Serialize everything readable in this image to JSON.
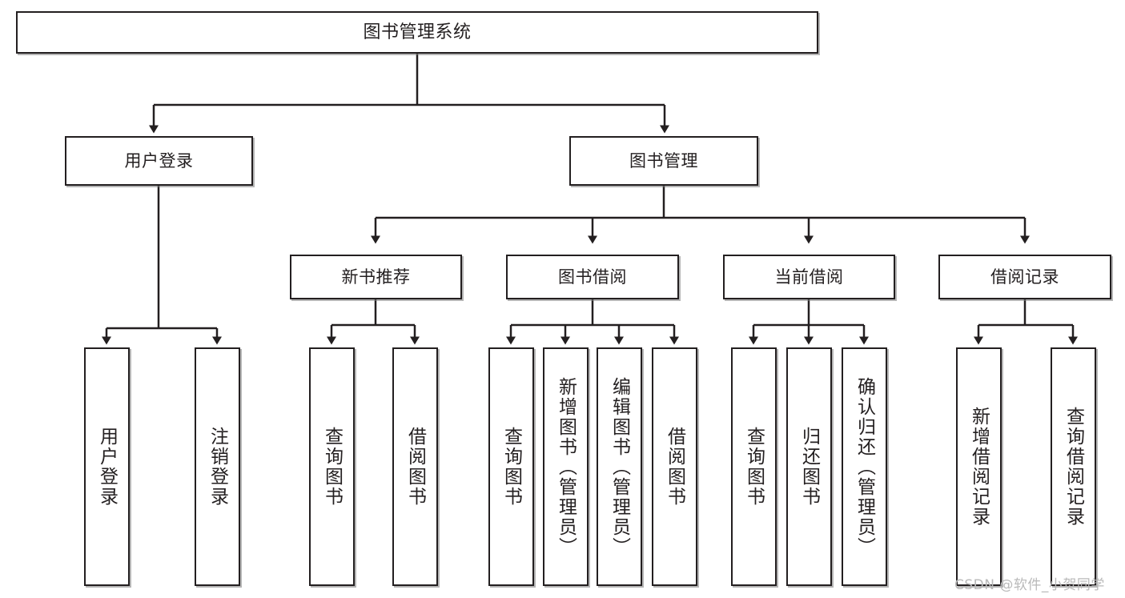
{
  "diagram": {
    "title": "图书管理系统",
    "type": "hierarchy-tree",
    "watermark": "CSDN @软件_小贺同学",
    "colors": {
      "stroke": "#231f20",
      "fill": "#ffffff",
      "watermark": "#b9b9b9"
    },
    "levels": {
      "root": {
        "label": "图书管理系统"
      },
      "level2": [
        {
          "label": "用户登录"
        },
        {
          "label": "图书管理"
        }
      ],
      "level3": [
        {
          "label": "新书推荐"
        },
        {
          "label": "图书借阅"
        },
        {
          "label": "当前借阅"
        },
        {
          "label": "借阅记录"
        }
      ],
      "leaves": [
        {
          "label": "用户登录",
          "parent": "用户登录"
        },
        {
          "label": "注销登录",
          "parent": "用户登录"
        },
        {
          "label": "查询图书",
          "parent": "新书推荐"
        },
        {
          "label": "借阅图书",
          "parent": "新书推荐"
        },
        {
          "label": "查询图书",
          "parent": "图书借阅"
        },
        {
          "label": "新增图书（管理员）",
          "parent": "图书借阅"
        },
        {
          "label": "编辑图书（管理员）",
          "parent": "图书借阅"
        },
        {
          "label": "借阅图书",
          "parent": "图书借阅"
        },
        {
          "label": "查询图书",
          "parent": "当前借阅"
        },
        {
          "label": "归还图书",
          "parent": "当前借阅"
        },
        {
          "label": "确认归还（管理员）",
          "parent": "当前借阅"
        },
        {
          "label": "新增借阅记录",
          "parent": "借阅记录"
        },
        {
          "label": "查询借阅记录",
          "parent": "借阅记录"
        }
      ]
    }
  }
}
